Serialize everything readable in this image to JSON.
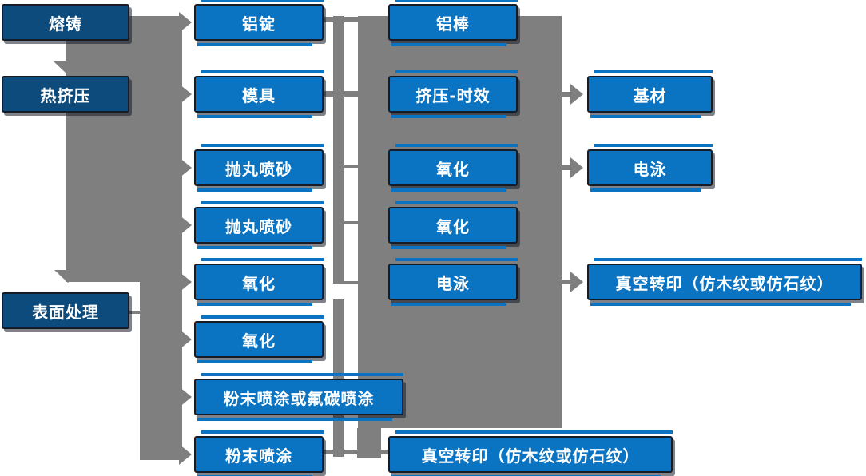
{
  "diagram": {
    "title": "aluminum-profile-production-flow",
    "colors": {
      "process_blue": "#0a73c2",
      "stage_navy": "#0d4b7d",
      "connector_gray": "#7f7f7f",
      "box_border": "#161c26",
      "text": "#ffffff",
      "background": "#ffffff"
    },
    "nodes": {
      "melting_casting": "熔铸",
      "hot_extrusion": "热挤压",
      "surface_treatment": "表面处理",
      "aluminum_ingot": "铝锭",
      "mold": "模具",
      "shot_blasting_1": "抛丸喷砂",
      "shot_blasting_2": "抛丸喷砂",
      "oxidation_1": "氧化",
      "oxidation_2": "氧化",
      "powder_or_fluorocarbon_coating": "粉末喷涂或氟碳喷涂",
      "powder_coating": "粉末喷涂",
      "aluminum_rod": "铝棒",
      "extrusion_aging": "挤压-时效",
      "oxidation_3": "氧化",
      "oxidation_4": "氧化",
      "electrophoresis_1": "电泳",
      "vacuum_transfer_print_bottom": "真空转印（仿木纹或仿石纹）",
      "base_material": "基材",
      "electrophoresis_2": "电泳",
      "vacuum_transfer_print_right": "真空转印（仿木纹或仿石纹）"
    }
  }
}
